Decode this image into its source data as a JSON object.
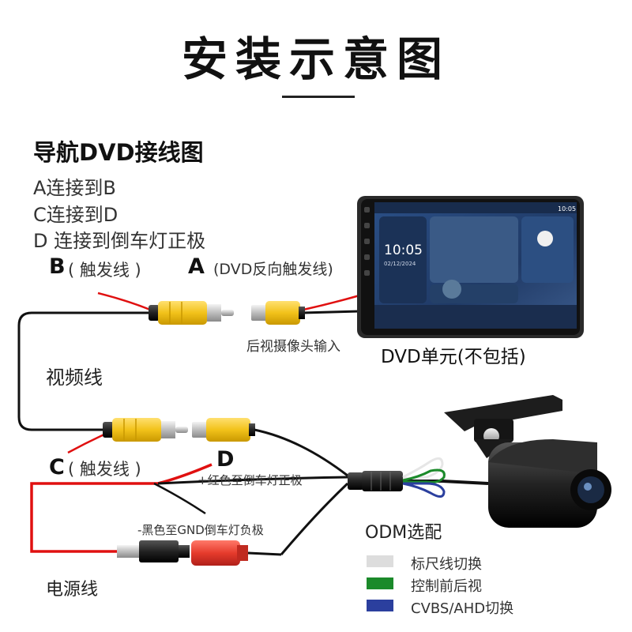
{
  "title": "安装示意图",
  "section": "导航DVD接线图",
  "steps": [
    "A连接到B",
    "C连接到D",
    "D 连接到倒车灯正极"
  ],
  "labels": {
    "b_letter": "B",
    "b_desc": "( 触发线 )",
    "a_letter": "A",
    "a_desc": "(DVD反向触发线)",
    "camera_input": "后视摄像头输入",
    "dvd_unit": "DVD单元(不包括)",
    "video_line": "视频线",
    "c_letter": "C",
    "c_desc": "( 触发线 )",
    "d_letter": "D",
    "d_desc": "+红色至倒车灯正极",
    "gnd_desc": "-黑色至GND倒车灯负极",
    "power_line": "电源线",
    "odm": "ODM选配"
  },
  "legend": [
    {
      "label": "标尺线切换",
      "color": "#dddddd"
    },
    {
      "label": "控制前后视",
      "color": "#1b8a2a"
    },
    {
      "label": "CVBS/AHD切换",
      "color": "#2b3f9e"
    }
  ],
  "screen": {
    "time": "10:05",
    "date": "02/12/2024",
    "status_time": "10:05"
  },
  "colors": {
    "wire_black": "#111111",
    "wire_red": "#e01010",
    "rca_yellow": "#f2c21a"
  }
}
